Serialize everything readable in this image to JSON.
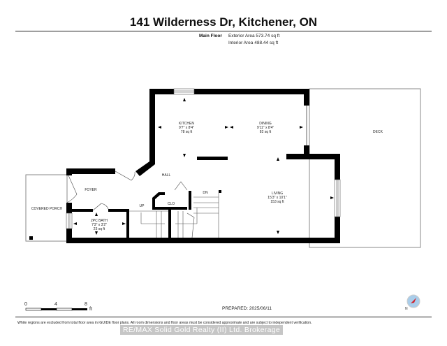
{
  "header": {
    "title": "141 Wilderness Dr, Kitchener, ON",
    "floor_name": "Main Floor",
    "exterior_area": "Exterior Area 573.74 sq ft",
    "interior_area": "Interior Area 488.44 sq ft"
  },
  "rooms": {
    "kitchen": {
      "name": "KITCHEN",
      "dims": "9'7\" x 8'4\"",
      "area": "78 sq ft"
    },
    "dining": {
      "name": "DINING",
      "dims": "9'11\" x 8'4\"",
      "area": "82 sq ft"
    },
    "living": {
      "name": "LIVING",
      "dims": "15'3\" x 10'1\"",
      "area": "153 sq ft"
    },
    "bath": {
      "name": "2PC BATH",
      "dims": "7'3\" x 3'2\"",
      "area": "23 sq ft"
    },
    "foyer": {
      "name": "FOYER"
    },
    "hall": {
      "name": "HALL"
    },
    "closet": {
      "name": "CLO"
    },
    "deck": {
      "name": "DECK"
    },
    "porch": {
      "name": "COVERED PORCH"
    },
    "stairs_up": {
      "name": "UP"
    },
    "stairs_down": {
      "name": "DN"
    }
  },
  "scale_bar": {
    "ticks": [
      "0",
      "4",
      "8"
    ],
    "unit": "ft"
  },
  "footer": {
    "prepared": "PREPARED: 2025/06/11",
    "disclaimer": "White regions are excluded from total floor area in iGUIDE floor plans. All room dimensions and floor areas must be considered approximate and are subject to independent verification.",
    "watermark": "RE/MAX Solid Gold Realty (II) Ltd. Brokerage"
  },
  "colors": {
    "wall": "#000000",
    "compass_fill": "#a9cdea",
    "compass_needle": "#d0202a"
  },
  "compass": {
    "label": "N"
  }
}
